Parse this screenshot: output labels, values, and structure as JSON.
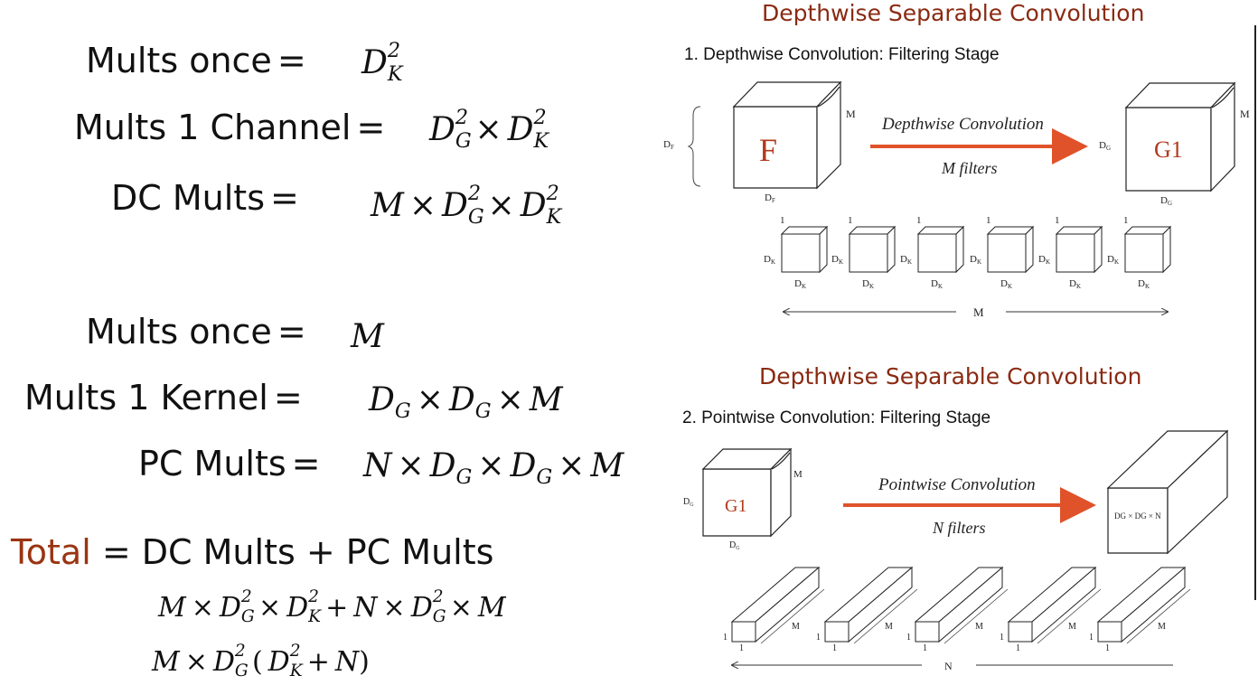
{
  "left": {
    "line1": {
      "label": "Mults once",
      "rhs_base": "D",
      "rhs_sub": "K",
      "rhs_sup": "2"
    },
    "line2": {
      "label": "Mults 1 Channel",
      "a": "D",
      "a_sub": "G",
      "a_sup": "2",
      "b": "D",
      "b_sub": "K",
      "b_sup": "2"
    },
    "line3": {
      "label": "DC Mults",
      "m": "M",
      "a": "D",
      "a_sub": "G",
      "a_sup": "2",
      "b": "D",
      "b_sub": "K",
      "b_sup": "2"
    },
    "line4": {
      "label": "Mults once",
      "rhs": "M"
    },
    "line5": {
      "label": "Mults 1 Kernel",
      "d1": "D",
      "d1_sub": "G",
      "d2": "D",
      "d2_sub": "G",
      "m": "M"
    },
    "line6": {
      "label": "PC Mults",
      "n": "N",
      "d1": "D",
      "d1_sub": "G",
      "d2": "D",
      "d2_sub": "G",
      "m": "M"
    },
    "total": {
      "word": "Total",
      "rest": "= DC Mults + PC Mults"
    },
    "expr1": {
      "m": "M",
      "a": "D",
      "a_sub": "G",
      "a_sup": "2",
      "b": "D",
      "b_sub": "K",
      "b_sup": "2",
      "n": "N",
      "c": "D",
      "c_sub": "G",
      "c_sup": "2",
      "m2": "M"
    },
    "expr2": {
      "m": "M",
      "a": "D",
      "a_sub": "G",
      "a_sup": "2",
      "b": "D",
      "b_sub": "K",
      "b_sup": "2",
      "n": "N"
    }
  },
  "right": {
    "title1": "Depthwise Separable Convolution",
    "subtitle1": "1. Depthwise Convolution: Filtering Stage",
    "arrow1_top": "Depthwise Convolution",
    "arrow1_bottom": "M filters",
    "cube_f": "F",
    "cube_g1": "G1",
    "label_df": "D",
    "label_df_sub": "F",
    "label_m": "M",
    "label_dg": "D",
    "label_dg_sub": "G",
    "label_dk": "D",
    "label_dk_sub": "K",
    "label_one": "1",
    "m_range_label": "M",
    "title2": "Depthwise Separable Convolution",
    "subtitle2": "2. Pointwise Convolution: Filtering Stage",
    "arrow2_top": "Pointwise Convolution",
    "arrow2_bottom": "N filters",
    "cube_g1_small": "G1",
    "output_label": "DG × DG × N",
    "n_range_label": "N",
    "colors": {
      "accent_title": "#8a2a12",
      "arrow": "#e0522a",
      "cube_text": "#b03a1c",
      "total_word": "#9a3412"
    }
  }
}
